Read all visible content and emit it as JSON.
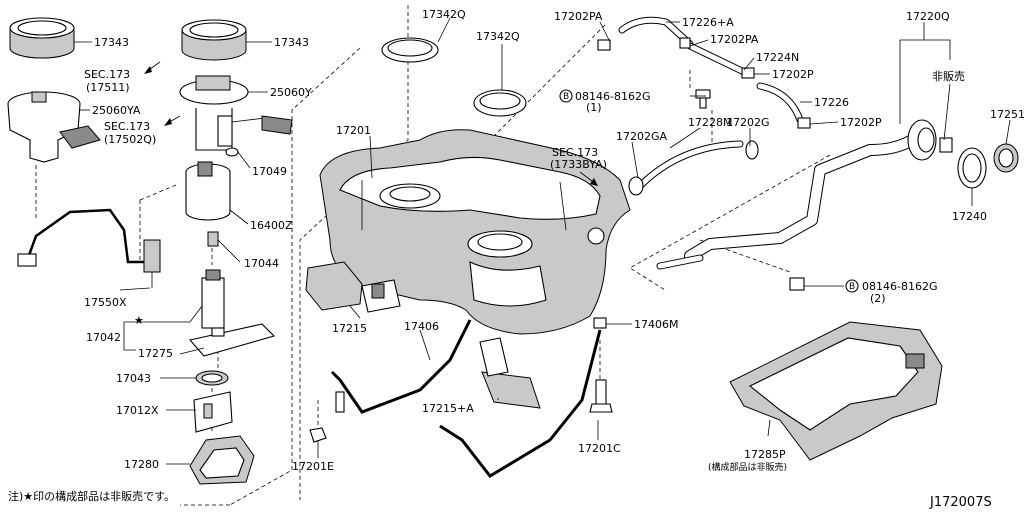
{
  "labels": {
    "p17343_a": "17343",
    "p17343_b": "17343",
    "p17342q_a": "17342Q",
    "p17342q_b": "17342Q",
    "p17202pa_a": "17202PA",
    "p17226a": "17226+A",
    "p17202pa_b": "17202PA",
    "p17224n": "17224N",
    "p17202p_a": "17202P",
    "p17226": "17226",
    "p17202p_b": "17202P",
    "p17220q": "17220Q",
    "hihanbai": "非販売",
    "p17251": "17251",
    "p17240": "17240",
    "sec173_17511_a": "SEC.173",
    "sec173_17511_b": "(17511)",
    "p25060ya": "25060YA",
    "p25060y": "25060Y",
    "sec173_17502q_a": "SEC.173",
    "sec173_17502q_b": "(17502Q)",
    "p17049": "17049",
    "p16400z": "16400Z",
    "p17044": "17044",
    "p17550x": "17550X",
    "p17042": "17042",
    "p17275": "17275",
    "p17043": "17043",
    "p17012x": "17012X",
    "p17280": "17280",
    "p17201": "17201",
    "bolt_a_code": "08146-8162G",
    "bolt_a_qty": "(1)",
    "p17228m": "17228M",
    "p17202ga": "17202GA",
    "p17202g": "17202G",
    "sec173_1733bya_a": "SEC.173",
    "sec173_1733bya_b": "(1733BYA)",
    "bolt_b_code": "08146-8162G",
    "bolt_b_qty": "(2)",
    "p17215": "17215",
    "p17406": "17406",
    "p17406m": "17406M",
    "p17215a": "17215+A",
    "p17201c": "17201C",
    "p17201e": "17201E",
    "p17285p": "17285P",
    "p17285p_note": "(構成部品は非販売)",
    "circle_b": "B",
    "star": "★",
    "footnote": "注)★印の構成部品は非販売です。",
    "diagram_id": "J172007S"
  }
}
